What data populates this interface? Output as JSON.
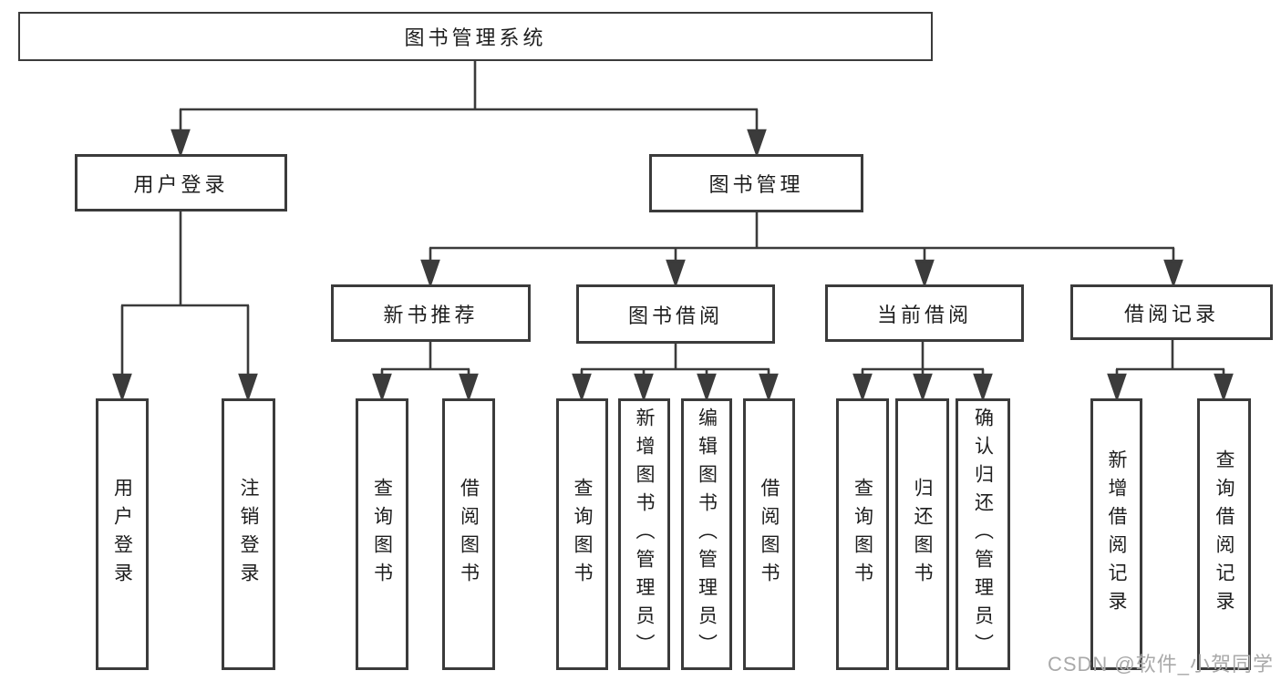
{
  "tree": {
    "root": {
      "label": "图书管理系统",
      "children": [
        {
          "label": "用户登录",
          "children": [
            {
              "label": "用户登录"
            },
            {
              "label": "注销登录"
            }
          ]
        },
        {
          "label": "图书管理",
          "children": [
            {
              "label": "新书推荐",
              "children": [
                {
                  "label": "查询图书"
                },
                {
                  "label": "借阅图书"
                }
              ]
            },
            {
              "label": "图书借阅",
              "children": [
                {
                  "label": "查询图书"
                },
                {
                  "label": "新增图书（管理员）"
                },
                {
                  "label": "编辑图书（管理员）"
                },
                {
                  "label": "借阅图书"
                }
              ]
            },
            {
              "label": "当前借阅",
              "children": [
                {
                  "label": "查询图书"
                },
                {
                  "label": "归还图书"
                },
                {
                  "label": "确认归还（管理员）"
                }
              ]
            },
            {
              "label": "借阅记录",
              "children": [
                {
                  "label": "新增借阅记录"
                },
                {
                  "label": "查询借阅记录"
                }
              ]
            }
          ]
        }
      ]
    }
  },
  "watermark": {
    "text": "CSDN @软件_小贺同学"
  },
  "colors": {
    "line": "#3b3b3b",
    "text": "#1e1e1e",
    "watermark": "#a9a9a9",
    "background": "#ffffff"
  }
}
